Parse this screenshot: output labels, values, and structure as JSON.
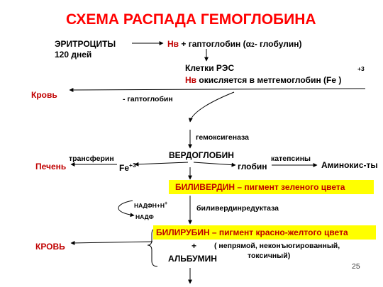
{
  "title": "СХЕМА РАСПАДА ГЕМОГЛОБИНА",
  "erythrocytes": {
    "name": "ЭРИТРОЦИТЫ",
    "lifespan": "120 дней"
  },
  "complex": {
    "hb": "Нв",
    "rest_pre": "+ гаптоглобин (α",
    "sub": "2",
    "rest_post": "- глобулин)"
  },
  "res": {
    "cells": "Клетки РЭС",
    "hb": "Нв",
    "oxidized": "окисляется в  метгемоглобин (Fe  )",
    "charge": "+3"
  },
  "blood_left": "Кровь",
  "minus_haptoglobin": "- гаптоглобин",
  "heme_oxygenase": "гемоксигеназа",
  "verdoglobin": "ВЕРДОГЛОБИН",
  "transferrin": "трансферин",
  "liver": "Печень",
  "iron": {
    "symbol": "Fe",
    "charge": "+3"
  },
  "globin": "глобин",
  "cathepsins": "катепсины",
  "amino_acids": "Аминокис-ты",
  "biliverdin": "БИЛИВЕРДИН – пигмент зеленого цвета",
  "nadph": {
    "main": "НАДФН+Н",
    "sup": "+"
  },
  "nadp": "НАДФ",
  "reductase": "биливердинредуктаза",
  "bilirubin": "БИЛИРУБИН – пигмент красно-желтого цвета",
  "blood_caps": "КРОВЬ",
  "plus": "+",
  "albumin": "АЛЬБУМИН",
  "bilirubin_note_1": "( непрямой, неконъюгированный,",
  "bilirubin_note_2": "токсичный)",
  "page_number": "25",
  "colors": {
    "title": "#ff0000",
    "accent": "#c00000",
    "highlight": "#ffff00",
    "text": "#000000",
    "page_number": "#333333"
  }
}
